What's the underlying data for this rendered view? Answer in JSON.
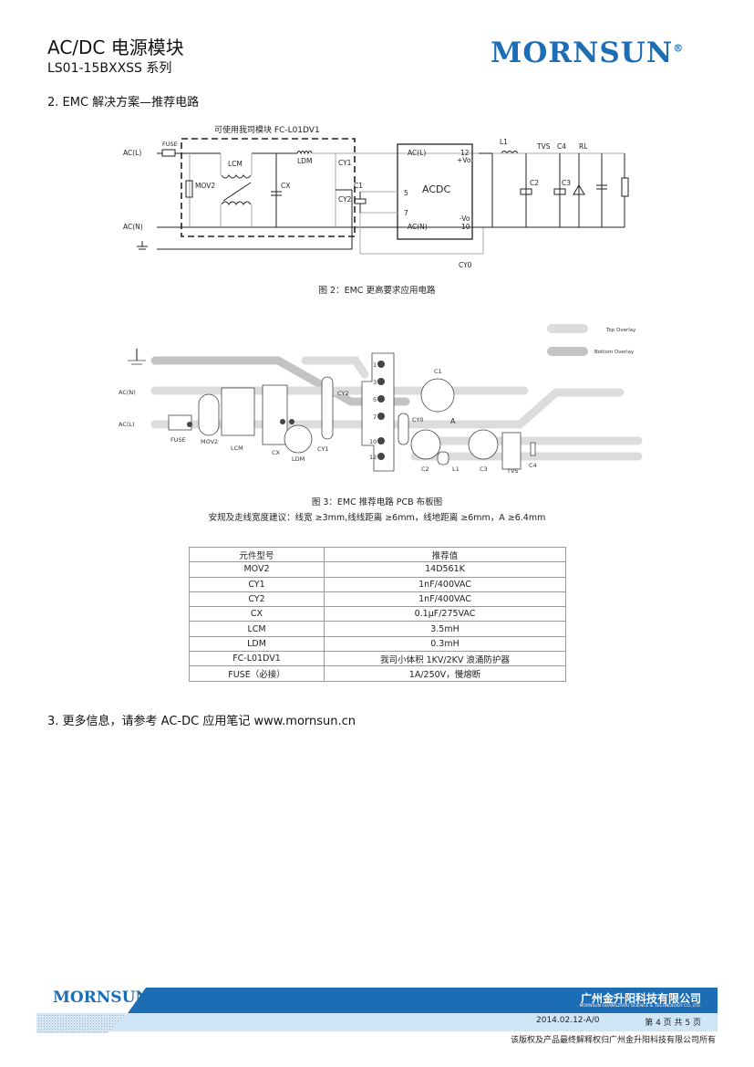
{
  "header": {
    "title": "AC/DC 电源模块",
    "subtitle": "LS01-15BXXSS 系列",
    "logo": "MORNSUN",
    "logo_mark": "®"
  },
  "section2": {
    "heading": "2. EMC 解决方案—推荐电路"
  },
  "schematic": {
    "module_label": "可使用我司模块 FC-L01DV1",
    "labels": {
      "acl": "AC(L)",
      "acn": "AC(N)",
      "fuse": "FUSE",
      "mov2": "MOV2",
      "lcm": "LCM",
      "cx": "CX",
      "ldm": "LDM",
      "cy1": "CY1",
      "cy2": "CY2",
      "c1": "C1",
      "acdc": "ACDC",
      "pin_acl": "AC(L)",
      "pin_acn": "AC(N)",
      "pin5": "5",
      "pin7": "7",
      "pin12": "12",
      "vo_pos": "+Vo",
      "vo_neg": "-Vo",
      "pin10": "10",
      "l1": "L1",
      "tvs": "TVS",
      "c4": "C4",
      "rl": "RL",
      "c2": "C2",
      "c3": "C3",
      "cy0": "CY0"
    },
    "caption": "图 2：EMC 更高要求应用电路"
  },
  "pcb": {
    "legend_top": "Top Overlay",
    "legend_bottom": "Bottom Overlay",
    "labels": {
      "acn": "AC(N)",
      "acl": "AC(L)",
      "fuse": "FUSE",
      "mov2": "MOV2",
      "lcm": "LCM",
      "cx": "CX",
      "ldm": "LDM",
      "cy1": "CY1",
      "cy2": "CY2",
      "cy0": "CY0",
      "c1": "C1",
      "c2": "C2",
      "c3": "C3",
      "c4": "C4",
      "l1": "L1",
      "tvs": "TVS",
      "a": "A",
      "p1": "1",
      "p3": "3",
      "p5": "5",
      "p7": "7",
      "p10": "10",
      "p12": "12"
    },
    "caption": "图 3：EMC 推荐电路 PCB 布板图",
    "note": "安规及走线宽度建议：线宽 ≥3mm,线线距离 ≥6mm，线地距离 ≥6mm，A ≥6.4mm"
  },
  "table": {
    "headers": [
      "元件型号",
      "推荐值"
    ],
    "rows": [
      [
        "MOV2",
        "14D561K"
      ],
      [
        "CY1",
        "1nF/400VAC"
      ],
      [
        "CY2",
        "1nF/400VAC"
      ],
      [
        "CX",
        "0.1μF/275VAC"
      ],
      [
        "LCM",
        "3.5mH"
      ],
      [
        "LDM",
        "0.3mH"
      ],
      [
        "FC-L01DV1",
        "我司小体积 1KV/2KV 浪涌防护器"
      ],
      [
        "FUSE（必接）",
        "1A/250V，慢熔断"
      ]
    ]
  },
  "section3": {
    "heading": "3. 更多信息，请参考 AC-DC 应用笔记  www.mornsun.cn"
  },
  "footer": {
    "logo": "MORNSUN",
    "logo_mark": "®",
    "company_cn": "广州金升阳科技有限公司",
    "company_en": "MORNSUN GUANGZHOU SCIENCE & TECHNOLOGY CO.,LTD.",
    "version": "2014.02.12-A/0",
    "page": "第 4 页 共 5 页",
    "copyright": "该版权及产品最终解释权归广州金升阳科技有限公司所有"
  },
  "colors": {
    "brand": "#1d6db4",
    "light_blue": "#cfe6f6"
  }
}
